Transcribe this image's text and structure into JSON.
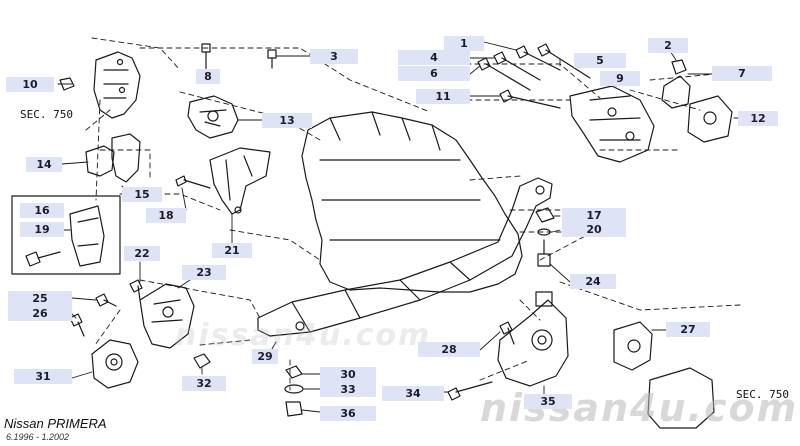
{
  "title": {
    "model": "Nissan PRIMERA",
    "period": "6.1996 - 1.2002"
  },
  "section_refs": {
    "left": "SEC. 750",
    "right": "SEC. 750"
  },
  "watermark": {
    "big": "nissan4u.com",
    "mid": "nissan4u.com"
  },
  "callouts": {
    "c1": "1",
    "c2": "2",
    "c3": "3",
    "c4": "4",
    "c5": "5",
    "c6": "6",
    "c7": "7",
    "c8": "8",
    "c9": "9",
    "c10": "10",
    "c11": "11",
    "c12": "12",
    "c13": "13",
    "c14": "14",
    "c15": "15",
    "c16": "16",
    "c17": "17",
    "c18": "18",
    "c19": "19",
    "c20": "20",
    "c21": "21",
    "c22": "22",
    "c23": "23",
    "c24": "24",
    "c25": "25",
    "c26": "26",
    "c27": "27",
    "c28": "28",
    "c29": "29",
    "c30": "30",
    "c31": "31",
    "c32": "32",
    "c33": "33",
    "c34": "34",
    "c35": "35",
    "c36": "36"
  },
  "colors": {
    "label_bg": "#dfe3f6",
    "line": "#1a1a1a",
    "watermark": "#b9b9b9"
  }
}
